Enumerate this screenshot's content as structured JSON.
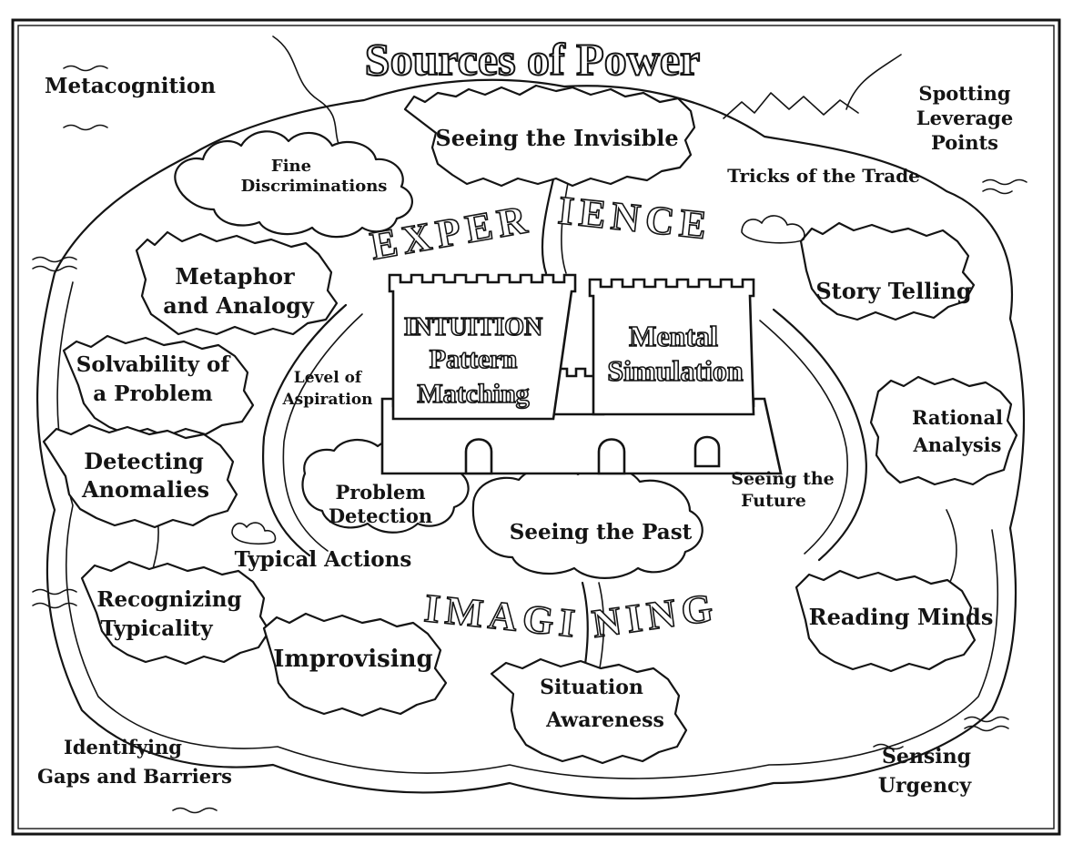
{
  "title": "Sources of Power",
  "center_labels": {
    "experience_left": "EXPER",
    "experience_right": "IENCE",
    "imagining_left": "IMAGI",
    "imagining_right": "NING"
  },
  "towers": {
    "intuition": [
      "INTUITION",
      "Pattern",
      "Matching"
    ],
    "mental_simulation": [
      "Mental",
      "Simulation"
    ]
  },
  "regions": {
    "metacognition": [
      "Metacognition"
    ],
    "seeing_the_invisible": [
      "Seeing the Invisible"
    ],
    "spotting_leverage_points": [
      "Spotting",
      "Leverage",
      "Points"
    ],
    "fine_discriminations": [
      "Fine",
      "Discriminations"
    ],
    "tricks_of_the_trade": [
      "Tricks of the Trade"
    ],
    "metaphor_and_analogy": [
      "Metaphor",
      "and Analogy"
    ],
    "story_telling": [
      "Story Telling"
    ],
    "solvability_of_a_problem": [
      "Solvability of",
      "a Problem"
    ],
    "level_of_aspiration": [
      "Level of",
      "Aspiration"
    ],
    "rational_analysis": [
      "Rational",
      "Analysis"
    ],
    "detecting_anomalies": [
      "Detecting",
      "Anomalies"
    ],
    "problem_detection": [
      "Problem",
      "Detection"
    ],
    "seeing_the_future": [
      "Seeing the",
      "Future"
    ],
    "seeing_the_past": [
      "Seeing the Past"
    ],
    "typical_actions": [
      "Typical Actions"
    ],
    "recognizing_typicality": [
      "Recognizing",
      "Typicality"
    ],
    "reading_minds": [
      "Reading Minds"
    ],
    "improvising": [
      "Improvising"
    ],
    "situation_awareness": [
      "Situation",
      "Awareness"
    ],
    "identifying_gaps_and_barriers": [
      "Identifying",
      "Gaps and Barriers"
    ],
    "sensing_urgency": [
      "Sensing",
      "Urgency"
    ]
  }
}
